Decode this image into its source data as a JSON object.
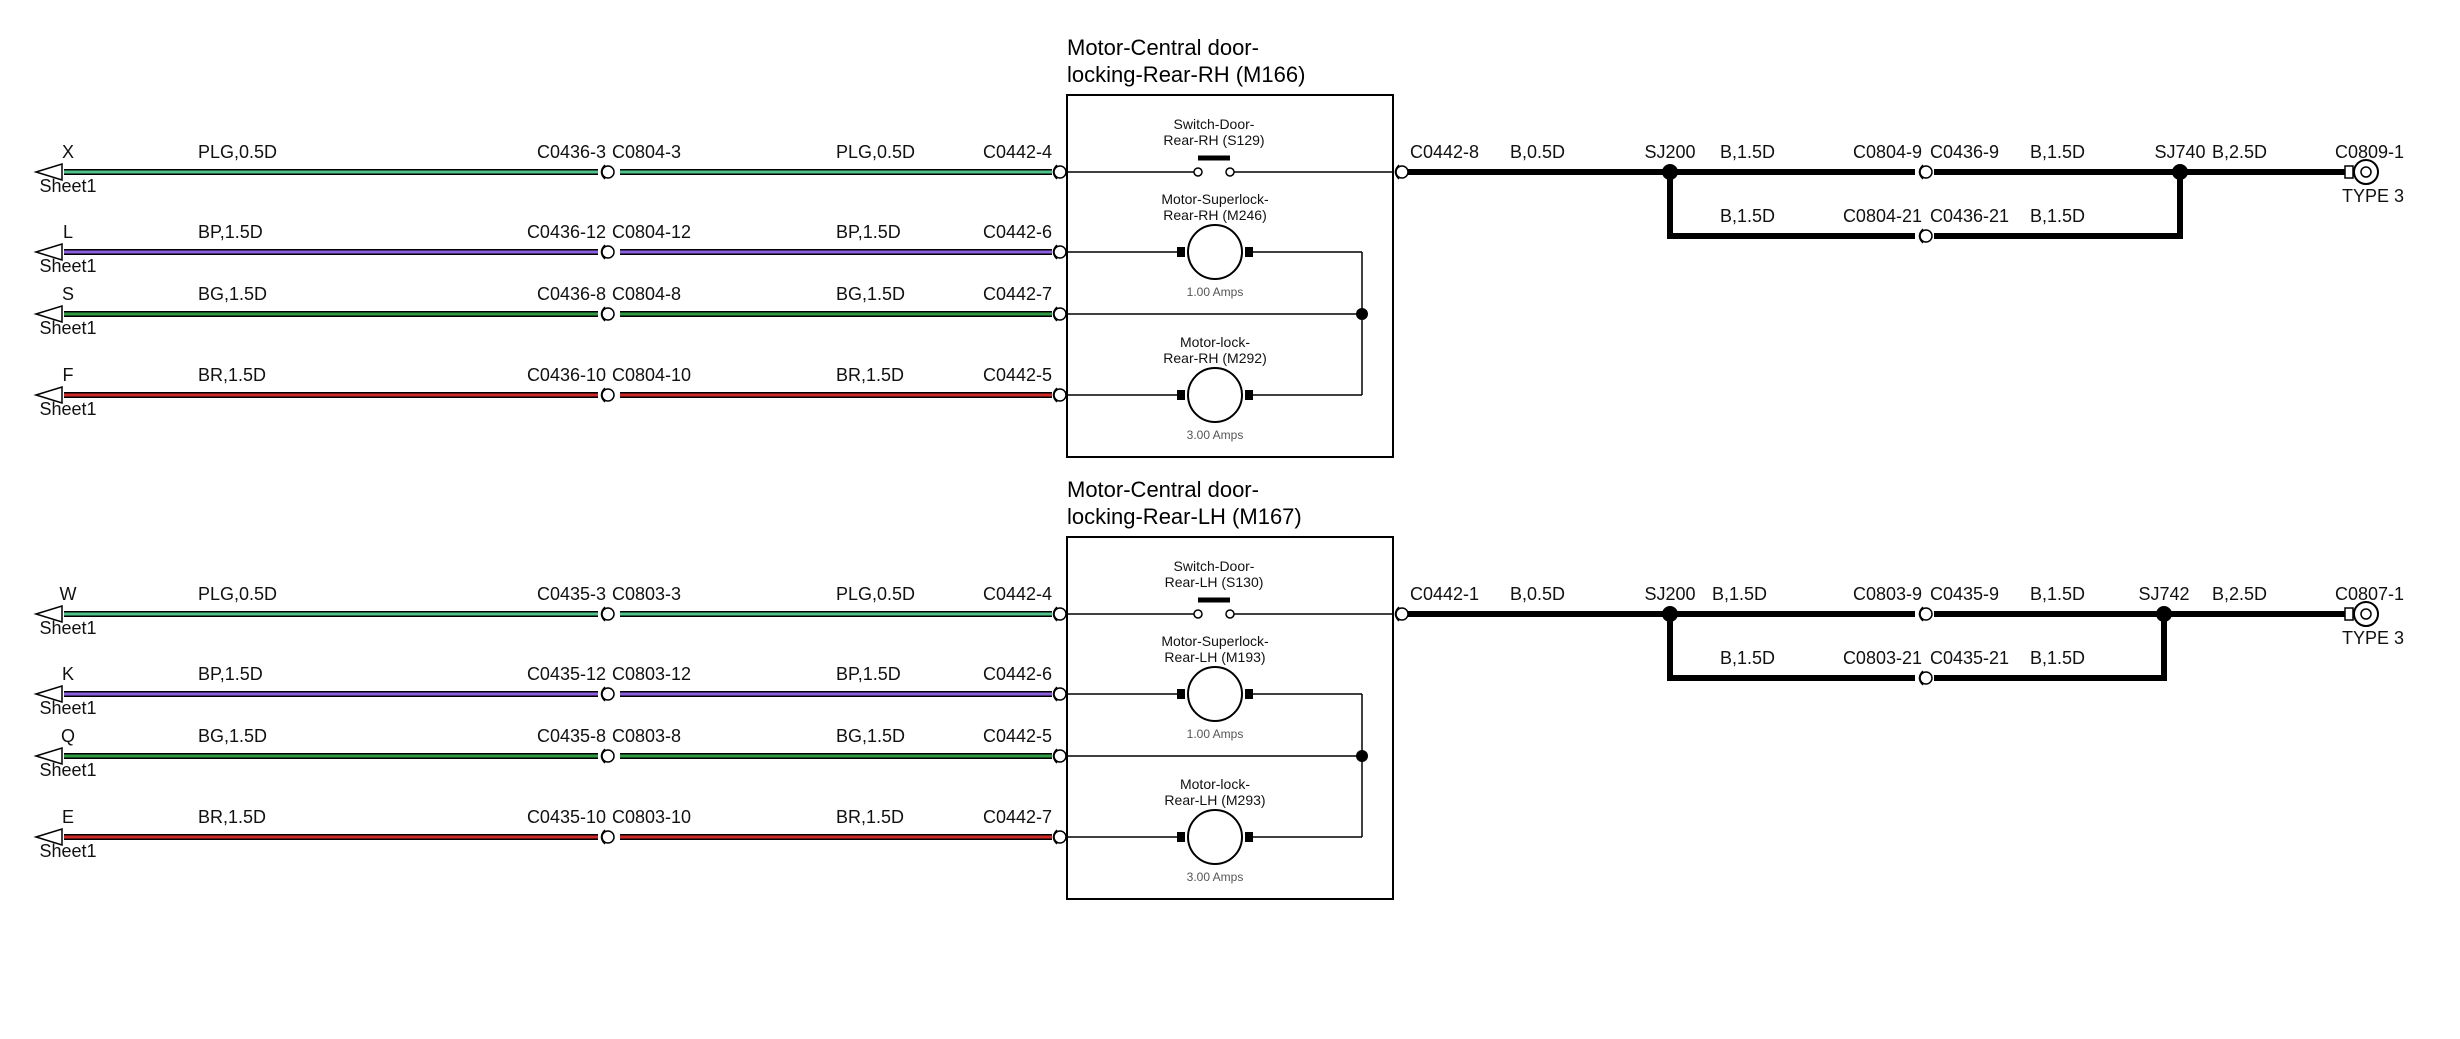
{
  "colors": {
    "PLG": "#4fc48a",
    "BP": "#8c5ee0",
    "BG": "#2e9a42",
    "BR": "#cc2a2a",
    "B": "#000000"
  },
  "panels": [
    {
      "title_line1": "Motor-Central door-",
      "title_line2": "locking-Rear-RH (M166)",
      "wires": [
        {
          "sheet_letter": "X",
          "sheet": "Sheet1",
          "color": "PLG",
          "left_label": "PLG,0.5D",
          "mid_left": "C0436-3",
          "mid_right": "C0804-3",
          "right_label": "PLG,0.5D",
          "pin": "C0442-4"
        },
        {
          "sheet_letter": "L",
          "sheet": "Sheet1",
          "color": "BP",
          "left_label": "BP,1.5D",
          "mid_left": "C0436-12",
          "mid_right": "C0804-12",
          "right_label": "BP,1.5D",
          "pin": "C0442-6"
        },
        {
          "sheet_letter": "S",
          "sheet": "Sheet1",
          "color": "BG",
          "left_label": "BG,1.5D",
          "mid_left": "C0436-8",
          "mid_right": "C0804-8",
          "right_label": "BG,1.5D",
          "pin": "C0442-7"
        },
        {
          "sheet_letter": "F",
          "sheet": "Sheet1",
          "color": "BR",
          "left_label": "BR,1.5D",
          "mid_left": "C0436-10",
          "mid_right": "C0804-10",
          "right_label": "BR,1.5D",
          "pin": "C0442-5"
        }
      ],
      "switch_line1": "Switch-Door-",
      "switch_line2": "Rear-RH (S129)",
      "motor1_line1": "Motor-Superlock-",
      "motor1_line2": "Rear-RH (M246)",
      "motor1_amps": "1.00 Amps",
      "motor2_line1": "Motor-lock-",
      "motor2_line2": "Rear-RH (M292)",
      "motor2_amps": "3.00 Amps",
      "ground": {
        "pin": "C0442-8",
        "wire1": "B,0.5D",
        "splice1": "SJ200",
        "top_wire1": "B,1.5D",
        "top_conn_left": "C0804-9",
        "top_conn_right": "C0436-9",
        "top_wire2": "B,1.5D",
        "splice2": "SJ740",
        "final_wire": "B,2.5D",
        "end_conn": "C0809-1",
        "end_type": "TYPE 3",
        "bot_wire1": "B,1.5D",
        "bot_conn_left": "C0804-21",
        "bot_conn_right": "C0436-21",
        "bot_wire2": "B,1.5D"
      }
    },
    {
      "title_line1": "Motor-Central door-",
      "title_line2": "locking-Rear-LH (M167)",
      "wires": [
        {
          "sheet_letter": "W",
          "sheet": "Sheet1",
          "color": "PLG",
          "left_label": "PLG,0.5D",
          "mid_left": "C0435-3",
          "mid_right": "C0803-3",
          "right_label": "PLG,0.5D",
          "pin": "C0442-4"
        },
        {
          "sheet_letter": "K",
          "sheet": "Sheet1",
          "color": "BP",
          "left_label": "BP,1.5D",
          "mid_left": "C0435-12",
          "mid_right": "C0803-12",
          "right_label": "BP,1.5D",
          "pin": "C0442-6"
        },
        {
          "sheet_letter": "Q",
          "sheet": "Sheet1",
          "color": "BG",
          "left_label": "BG,1.5D",
          "mid_left": "C0435-8",
          "mid_right": "C0803-8",
          "right_label": "BG,1.5D",
          "pin": "C0442-5"
        },
        {
          "sheet_letter": "E",
          "sheet": "Sheet1",
          "color": "BR",
          "left_label": "BR,1.5D",
          "mid_left": "C0435-10",
          "mid_right": "C0803-10",
          "right_label": "BR,1.5D",
          "pin": "C0442-7"
        }
      ],
      "switch_line1": "Switch-Door-",
      "switch_line2": "Rear-LH (S130)",
      "motor1_line1": "Motor-Superlock-",
      "motor1_line2": "Rear-LH (M193)",
      "motor1_amps": "1.00 Amps",
      "motor2_line1": "Motor-lock-",
      "motor2_line2": "Rear-LH (M293)",
      "motor2_amps": "3.00 Amps",
      "ground": {
        "pin": "C0442-1",
        "wire1": "B,0.5D",
        "splice1": "SJ200",
        "top_wire1": "B,1.5D",
        "top_conn_left": "C0803-9",
        "top_conn_right": "C0435-9",
        "top_wire2": "B,1.5D",
        "splice2": "SJ742",
        "final_wire": "B,2.5D",
        "end_conn": "C0807-1",
        "end_type": "TYPE 3",
        "bot_wire1": "B,1.5D",
        "bot_conn_left": "C0803-21",
        "bot_conn_right": "C0435-21",
        "bot_wire2": "B,1.5D"
      }
    }
  ]
}
